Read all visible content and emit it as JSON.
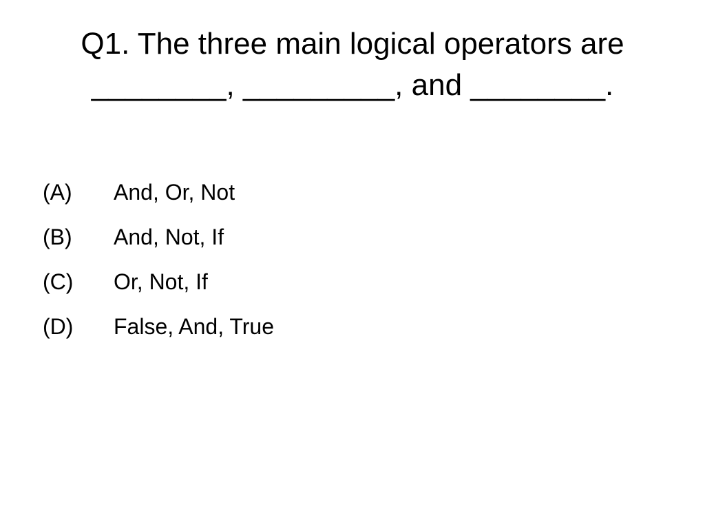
{
  "question": {
    "line1": "Q1. The three main logical operators are",
    "line2": "________, _________, and ________."
  },
  "options": [
    {
      "label": "(A)",
      "text": "And, Or, Not"
    },
    {
      "label": "(B)",
      "text": "And, Not, If"
    },
    {
      "label": "(C)",
      "text": "Or, Not, If"
    },
    {
      "label": "(D)",
      "text": "False, And, True"
    }
  ]
}
